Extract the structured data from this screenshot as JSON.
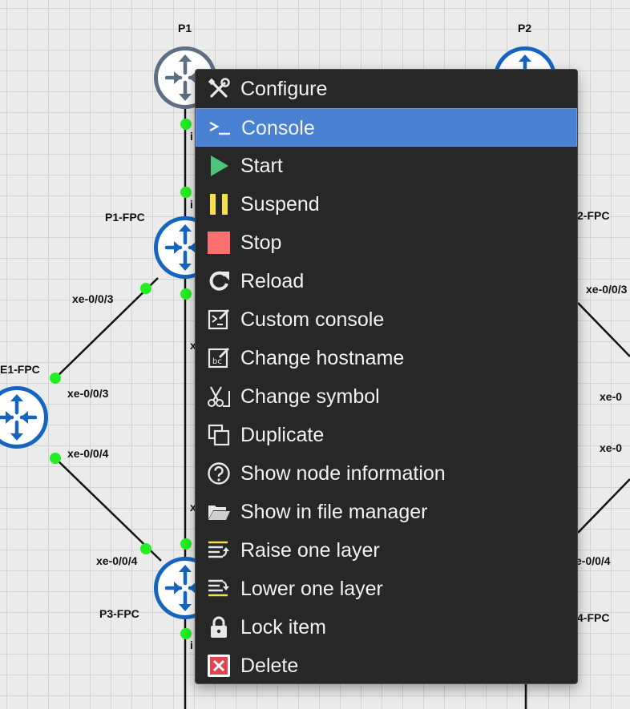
{
  "topology": {
    "nodes": [
      {
        "id": "p1",
        "label": "P1"
      },
      {
        "id": "p2",
        "label": "P2"
      },
      {
        "id": "p1-fpc",
        "label": "P1-FPC"
      },
      {
        "id": "p2-fpc",
        "label": "2-FPC"
      },
      {
        "id": "pe1-fpc",
        "label": "E1-FPC"
      },
      {
        "id": "p3-fpc",
        "label": "P3-FPC"
      },
      {
        "id": "p4-fpc",
        "label": "4-FPC"
      }
    ],
    "interface_labels": [
      "xe-0/0/3",
      "xe-0/0/3",
      "xe-0/0/4",
      "xe-0/0/4",
      "xe-0/0/3",
      "xe-0",
      "xe-0",
      "e-0/0/4"
    ],
    "partial_labels": [
      "i",
      "i",
      "i",
      "x",
      "x"
    ]
  },
  "context_menu": {
    "highlighted_index": 1,
    "items": [
      {
        "label": "Configure",
        "icon": "wrench-screwdriver-icon"
      },
      {
        "label": "Console",
        "icon": "terminal-prompt-icon"
      },
      {
        "label": "Start",
        "icon": "play-triangle-icon"
      },
      {
        "label": "Suspend",
        "icon": "pause-bars-icon"
      },
      {
        "label": "Stop",
        "icon": "stop-square-icon"
      },
      {
        "label": "Reload",
        "icon": "reload-arrow-icon"
      },
      {
        "label": "Custom console",
        "icon": "custom-console-icon"
      },
      {
        "label": "Change hostname",
        "icon": "change-hostname-icon"
      },
      {
        "label": "Change symbol",
        "icon": "change-symbol-icon"
      },
      {
        "label": "Duplicate",
        "icon": "duplicate-icon"
      },
      {
        "label": "Show node information",
        "icon": "question-circle-icon"
      },
      {
        "label": "Show in file manager",
        "icon": "open-folder-icon"
      },
      {
        "label": "Raise one layer",
        "icon": "raise-layer-icon"
      },
      {
        "label": "Lower one layer",
        "icon": "lower-layer-icon"
      },
      {
        "label": "Lock item",
        "icon": "padlock-icon"
      },
      {
        "label": "Delete",
        "icon": "delete-x-icon"
      }
    ]
  },
  "colors": {
    "menu_bg": "#272727",
    "highlight": "#4a80d2",
    "menu_text": "#f2f2f2",
    "node_blue": "#1565c0",
    "node_gray": "#5f6f82",
    "port_dot": "#22ee22",
    "start_green": "#4cc47a",
    "suspend_yellow": "#f4e04d",
    "stop_red": "#ff6f6f",
    "delete_red": "#e0454f"
  }
}
